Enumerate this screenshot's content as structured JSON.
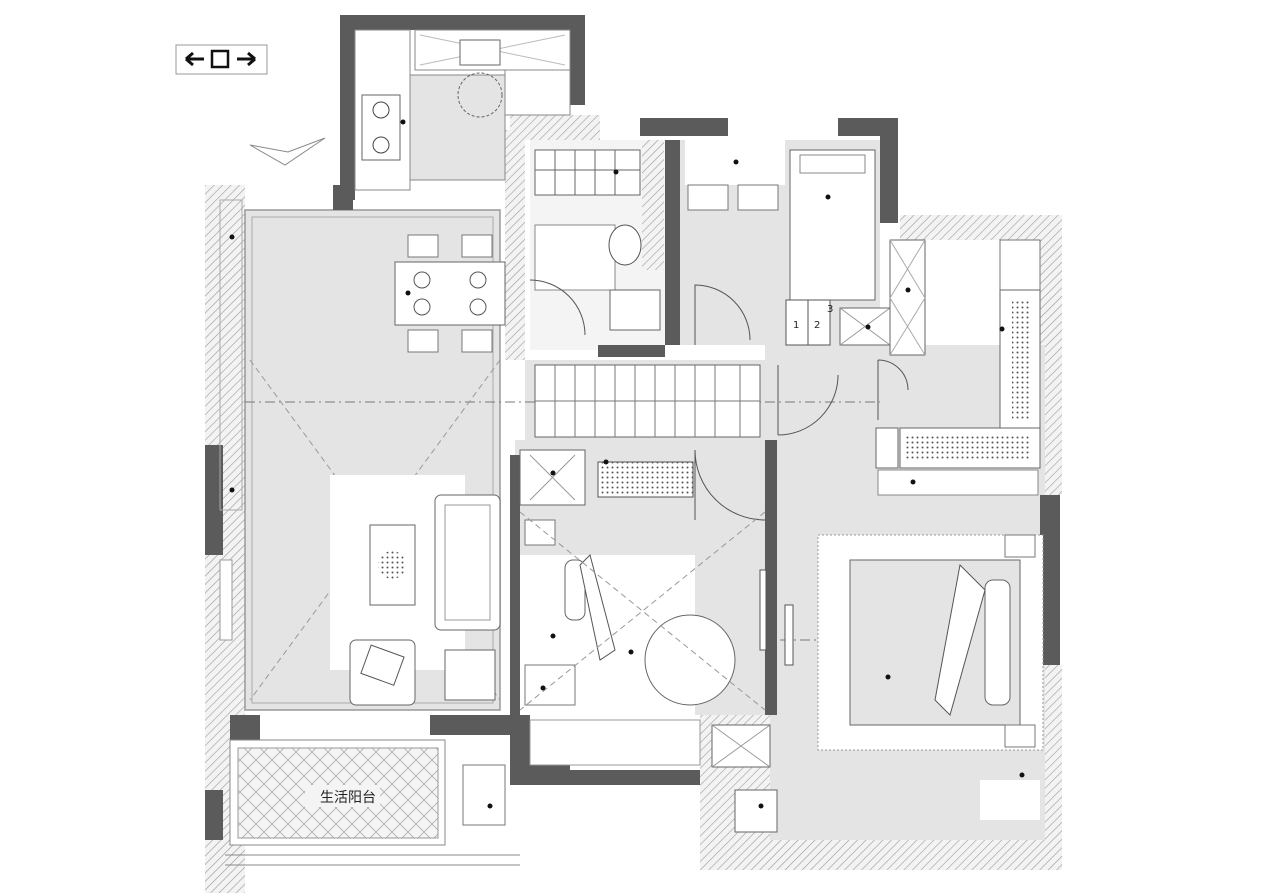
{
  "exit_sign": {
    "icon": "exit-sign-icon",
    "arrows": "left-right"
  },
  "north_arrow": {
    "icon": "direction-chevron-icon"
  },
  "rooms": {
    "balcony_label": "生活阳台",
    "closet_numbers": [
      "1",
      "2",
      "3"
    ]
  },
  "colors": {
    "wall": "#5b5b5b",
    "floor": "#e4e4e4",
    "hatch": "#9a9a9a",
    "line": "#777777"
  }
}
